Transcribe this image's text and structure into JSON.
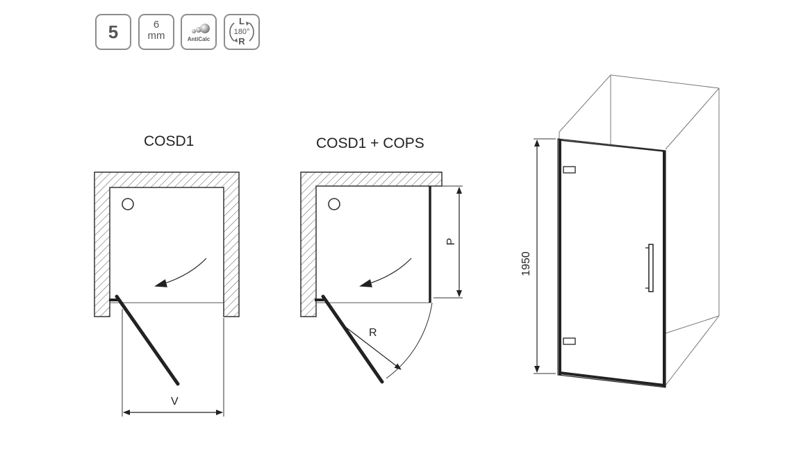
{
  "badges": {
    "thickness_class": "5",
    "glass_value": "6",
    "glass_unit": "mm",
    "coating": "AntiCalc",
    "rotation_left": "L",
    "rotation_angle": "180°",
    "rotation_right": "R"
  },
  "diagrams": {
    "left": {
      "title": "COSD1",
      "width_label": "V"
    },
    "middle": {
      "title": "COSD1 + COPS",
      "radius_label": "R",
      "panel_label": "P"
    },
    "right": {
      "height_label": "1950"
    }
  }
}
